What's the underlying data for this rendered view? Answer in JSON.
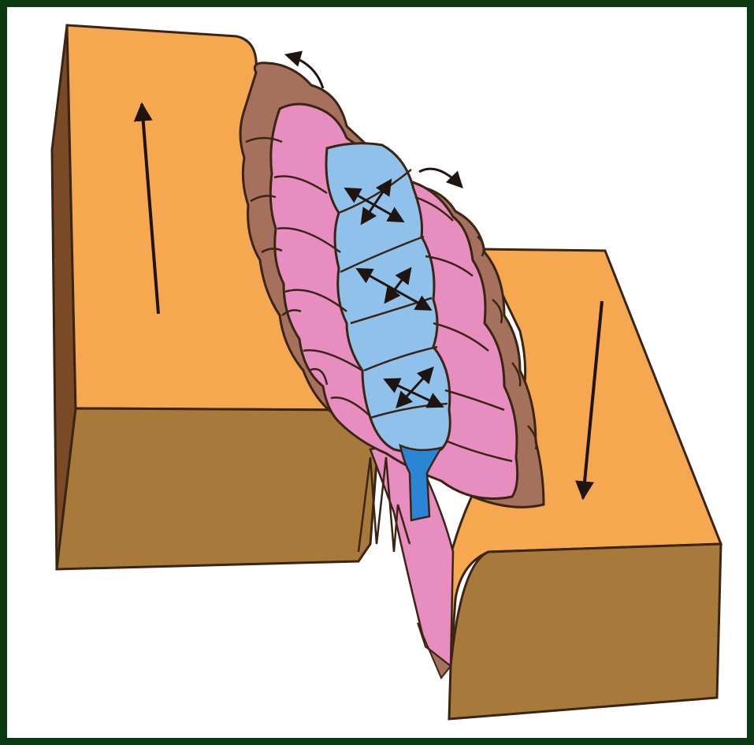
{
  "figure": {
    "description_visible_text": "",
    "colors": {
      "frame": "#0b3a12",
      "background": "#ffffff",
      "block_top": "#f6a851",
      "block_front": "#a77a3c",
      "block_side": "#7a4a26",
      "outline": "#3a2414",
      "outer_fold_layer": "#a5705c",
      "middle_fold_layer": "#e88dbf",
      "inner_fold_layer": "#8fc1ea",
      "core_channel": "#2a86d4",
      "arrow": "#1f1410"
    },
    "elements": [
      {
        "name": "upthrown-block",
        "motion": "up"
      },
      {
        "name": "downthrown-block",
        "motion": "down"
      },
      {
        "name": "fold-train",
        "layers": [
          "outer",
          "middle",
          "inner"
        ]
      },
      {
        "name": "rotation-arrows",
        "count": 2
      },
      {
        "name": "strain-cross-arrows",
        "count": 3
      }
    ]
  }
}
